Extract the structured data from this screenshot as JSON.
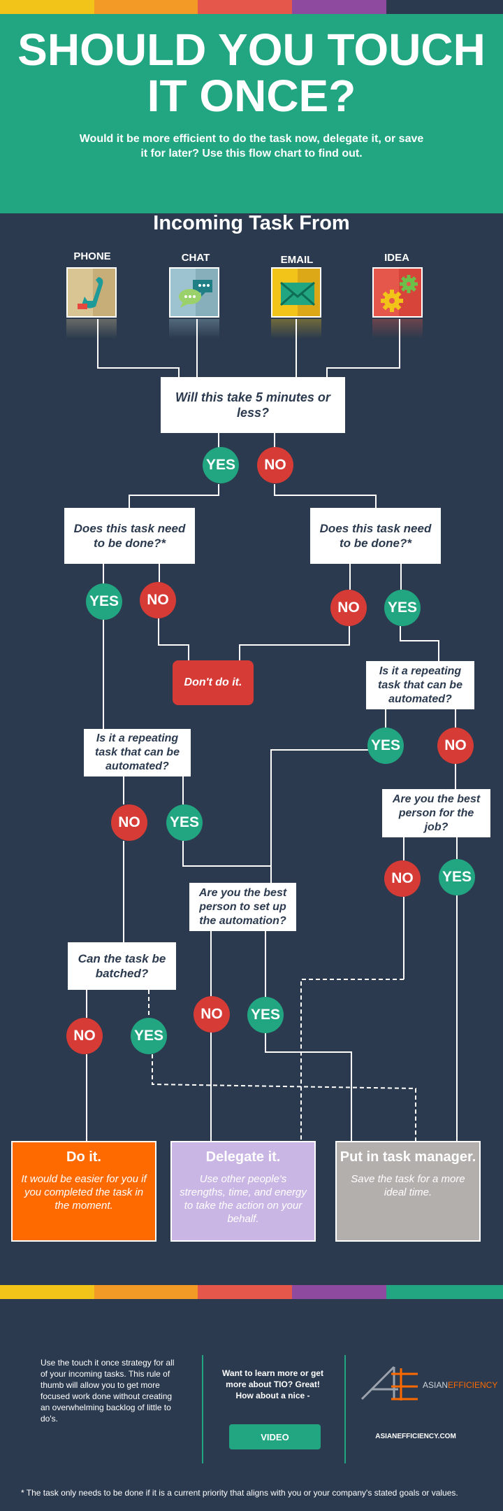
{
  "header": {
    "title_line1": "SHOULD YOU TOUCH",
    "title_line2": "IT ONCE?",
    "subtitle": "Would it be more efficient to do the task now, delegate it, or save it for later? Use this flow chart to find out.",
    "stripe_colors": [
      "#f2c318",
      "#f39a26",
      "#e4574a",
      "#8e4a9e",
      "#2b3a4e"
    ]
  },
  "sources": {
    "title": "Incoming Task From",
    "items": [
      {
        "label": "PHONE",
        "icon": "phone-icon",
        "color": "#d9c493"
      },
      {
        "label": "CHAT",
        "icon": "chat-icon",
        "color": "#9cc3cf"
      },
      {
        "label": "EMAIL",
        "icon": "email-icon",
        "color": "#f2c318"
      },
      {
        "label": "IDEA",
        "icon": "idea-icon",
        "color": "#e4574a"
      }
    ]
  },
  "flow": {
    "q1": "Will this take 5 minutes or less?",
    "q_needed": "Does this task need to be done?*",
    "q_repeat": "Is it a repeating task that can be automated?",
    "q_best_person": "Are you the best person for the job?",
    "q_setup": "Are you the best person to set up the automation?",
    "q_batch": "Can the task be batched?",
    "yes": "YES",
    "no": "NO",
    "dont_do": "Don't do it.",
    "colors": {
      "yes": "#21a681",
      "no": "#d63b36"
    }
  },
  "outcomes": [
    {
      "title": "Do it.",
      "desc": "It would be easier for you if you completed the task in the moment.",
      "color": "#ff6a00"
    },
    {
      "title": "Delegate it.",
      "desc": "Use other people's strengths, time, and energy to take the action on your behalf.",
      "color": "#c9b6e4"
    },
    {
      "title": "Put in task manager.",
      "desc": "Save the task for a more ideal time.",
      "color": "#b3afad"
    }
  ],
  "footer": {
    "stripe_colors": [
      "#f2c318",
      "#f39a26",
      "#e4574a",
      "#8e4a9e",
      "#21a681"
    ],
    "left_text": "Use the touch it once strategy for all of your incoming tasks. This rule of thumb will allow you to get more focused work done without creating an overwhelming backlog of little to do's.",
    "mid_text": "Want to learn more or get more about TIO? Great! How about a nice -",
    "video_button": "VIDEO",
    "brand_part1": "ASIAN",
    "brand_part2": "EFFICIENCY",
    "site": "ASIANEFFICIENCY.COM",
    "footnote": "* The task only needs to be done if it is a current priority that aligns with you or your company's stated goals or values."
  }
}
